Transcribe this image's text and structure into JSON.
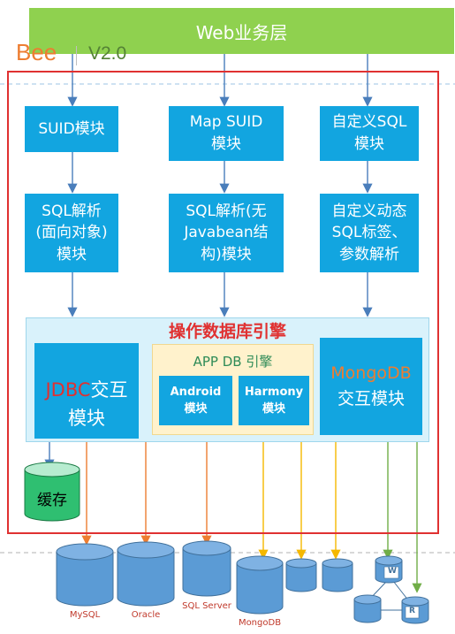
{
  "header": {
    "web_layer": "Web业务层",
    "brand": "Bee",
    "version": "V2.0"
  },
  "modules": {
    "suid": "SUID模块",
    "map_suid": "Map SUID\n模块",
    "custom_sql": "自定义SQL\n模块",
    "sql_parse_oo": "SQL解析\n(面向对象)\n模块",
    "sql_parse_map": "SQL解析(无\nJavabean结\n构)模块",
    "custom_dynamic": "自定义动态\nSQL标签、\n参数解析"
  },
  "engine": {
    "title": "操作数据库引擎",
    "jdbc_prefix": "JDBC",
    "jdbc_rest": "交互\n模块",
    "appdb_title": "APP DB 引擎",
    "android": "Android\n模块",
    "harmony": "Harmony\n模块",
    "mongodb_prefix": "MongoDB",
    "mongodb_rest": "交互模块"
  },
  "cache": "缓存",
  "databases": {
    "mysql": "MySQL",
    "oracle": "Oracle",
    "sqlserver": "SQL Server",
    "mongodb": "MongoDB",
    "node_w": "W",
    "node_r": "R"
  },
  "colors": {
    "web_green": "#8fd14f",
    "module_blue": "#12a5e0",
    "frame_red": "#e03131",
    "arrow_blue": "#4a7ebb",
    "arrow_orange": "#ed7d31",
    "arrow_yellow": "#f5b800",
    "arrow_green": "#70ad47",
    "db_blue": "#5b9bd5"
  }
}
